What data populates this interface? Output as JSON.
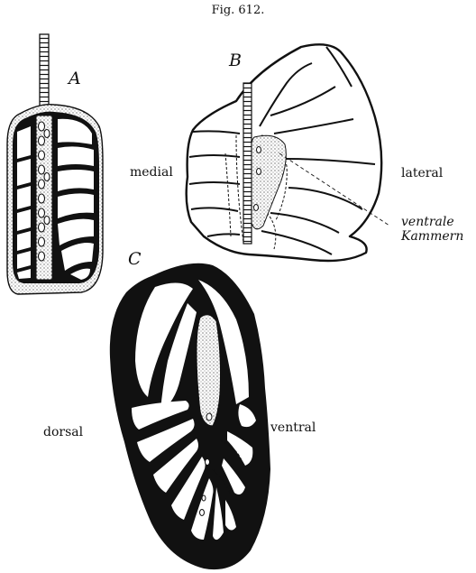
{
  "figure": {
    "title": "Fig. 612.",
    "panels": [
      {
        "id": "A",
        "letter": "A"
      },
      {
        "id": "B",
        "letter": "B",
        "labels": {
          "left": "medial",
          "right": "lateral",
          "annotation": [
            "ventrale",
            "Kammern"
          ]
        }
      },
      {
        "id": "C",
        "letter": "C",
        "labels": {
          "left": "dorsal",
          "right": "ventral"
        }
      }
    ]
  },
  "colors": {
    "ink": "#111111",
    "paper": "#ffffff",
    "stipple": "#e9e6dc"
  }
}
